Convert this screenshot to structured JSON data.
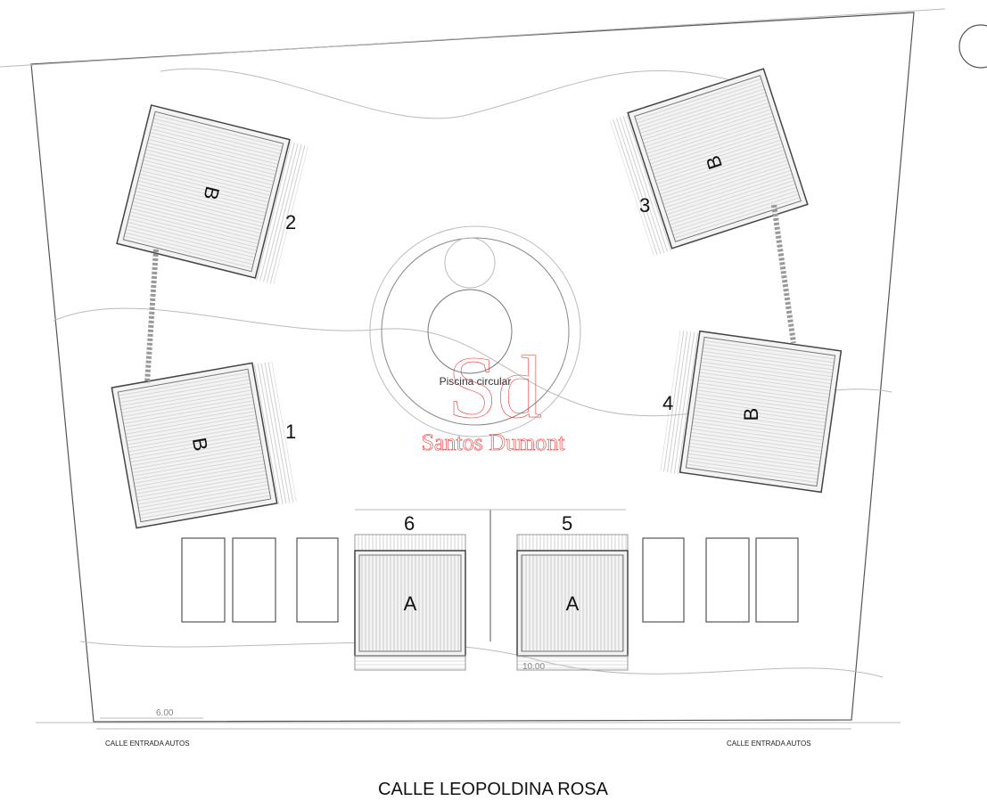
{
  "plan": {
    "pool_label": "Piscina circular",
    "street_name": "CALLE LEOPOLDINA ROSA",
    "entrance_left": "CALLE ENTRADA AUTOS",
    "entrance_right": "CALLE ENTRADA AUTOS",
    "dimension_left": "6.00",
    "dimension_unit_a": "10.00",
    "units": [
      {
        "number": "1",
        "type": "B"
      },
      {
        "number": "2",
        "type": "B"
      },
      {
        "number": "3",
        "type": "B"
      },
      {
        "number": "4",
        "type": "B"
      },
      {
        "number": "5",
        "type": "A"
      },
      {
        "number": "6",
        "type": "A"
      }
    ]
  },
  "watermark": {
    "monogram": "Sd",
    "name": "Santos Dumont",
    "color": "#e33333"
  }
}
